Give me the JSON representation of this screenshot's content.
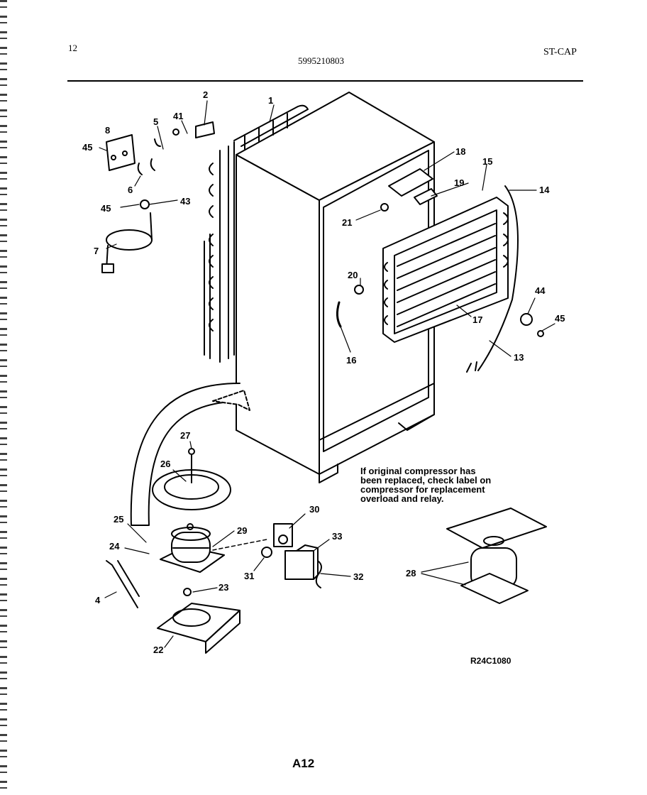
{
  "header": {
    "page_number": "12",
    "document_number": "5995210803",
    "model_code": "ST-CAP"
  },
  "callouts": [
    {
      "id": "c1",
      "text": "1"
    },
    {
      "id": "c2",
      "text": "2"
    },
    {
      "id": "c41",
      "text": "41"
    },
    {
      "id": "c5",
      "text": "5"
    },
    {
      "id": "c8",
      "text": "8"
    },
    {
      "id": "c45a",
      "text": "45"
    },
    {
      "id": "c6",
      "text": "6"
    },
    {
      "id": "c45b",
      "text": "45"
    },
    {
      "id": "c43",
      "text": "43"
    },
    {
      "id": "c7",
      "text": "7"
    },
    {
      "id": "c18",
      "text": "18"
    },
    {
      "id": "c15",
      "text": "15"
    },
    {
      "id": "c19",
      "text": "19"
    },
    {
      "id": "c14",
      "text": "14"
    },
    {
      "id": "c21",
      "text": "21"
    },
    {
      "id": "c20",
      "text": "20"
    },
    {
      "id": "c44",
      "text": "44"
    },
    {
      "id": "c45c",
      "text": "45"
    },
    {
      "id": "c17",
      "text": "17"
    },
    {
      "id": "c16",
      "text": "16"
    },
    {
      "id": "c13",
      "text": "13"
    },
    {
      "id": "c27",
      "text": "27"
    },
    {
      "id": "c26",
      "text": "26"
    },
    {
      "id": "c30",
      "text": "30"
    },
    {
      "id": "c25",
      "text": "25"
    },
    {
      "id": "c29",
      "text": "29"
    },
    {
      "id": "c33",
      "text": "33"
    },
    {
      "id": "c24",
      "text": "24"
    },
    {
      "id": "c31",
      "text": "31"
    },
    {
      "id": "c32",
      "text": "32"
    },
    {
      "id": "c28",
      "text": "28"
    },
    {
      "id": "c4",
      "text": "4"
    },
    {
      "id": "c23",
      "text": "23"
    },
    {
      "id": "c22",
      "text": "22"
    }
  ],
  "note_lines": [
    "If original compressor has",
    "been replaced, check label on",
    "compressor for replacement",
    "overload and relay."
  ],
  "reference_code": "R24C1080",
  "footer_label": "A12"
}
